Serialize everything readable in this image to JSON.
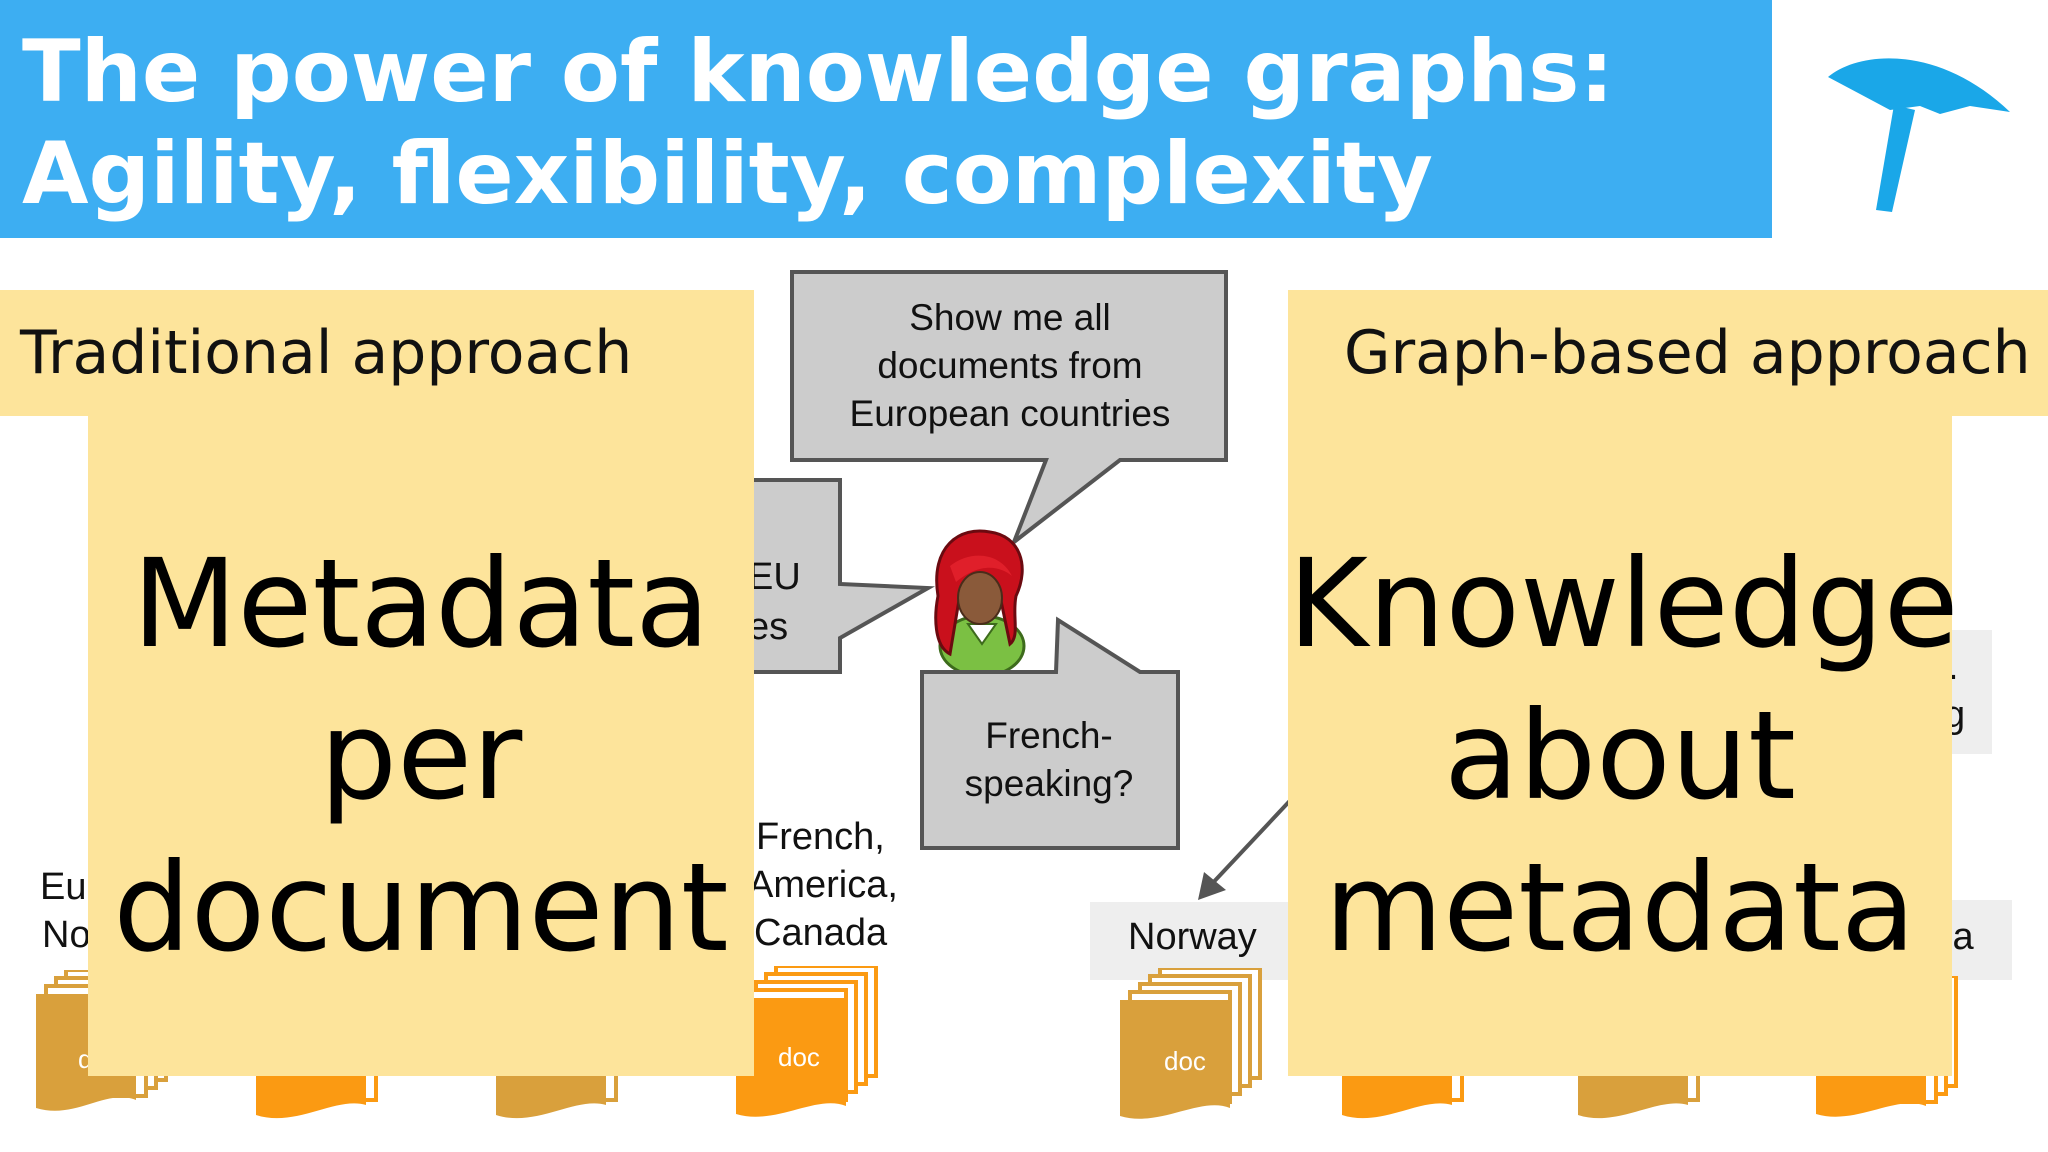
{
  "title": {
    "line1": "The power of knowledge graphs:",
    "line2": "Agility, flexibility, complexity"
  },
  "logo": {
    "icon": "umbrella-icon",
    "color": "#1aa7e8"
  },
  "left": {
    "header": "Traditional approach",
    "panel_lines": [
      "Metadata",
      "per",
      "document"
    ],
    "partial_label_1": "Eu",
    "partial_label_2": "No",
    "partial_bubble_1": "EU",
    "partial_bubble_2": "es",
    "doc_label_partial": "d",
    "tag_lines": [
      "French,",
      "America,",
      "Canada"
    ],
    "doc_label": "doc"
  },
  "center": {
    "bubble_query_lines": [
      "Show me all",
      "documents from",
      "European countries"
    ],
    "bubble_question_lines": [
      "French-",
      "speaking?"
    ],
    "person_icon": "person-icon"
  },
  "right": {
    "header": "Graph-based approach",
    "panel_lines": [
      "Knowledge",
      "about",
      "metadata"
    ],
    "node_norway": "Norway",
    "doc_label": "doc",
    "partial_node_1": "g",
    "partial_node_2": "la",
    "partial_node_3": "."
  },
  "colors": {
    "banner": "#3daef2",
    "band": "#fde49b",
    "doc_dark": "#d9a03c",
    "doc_orange": "#fb9a12",
    "bubble": "#cccccc"
  }
}
